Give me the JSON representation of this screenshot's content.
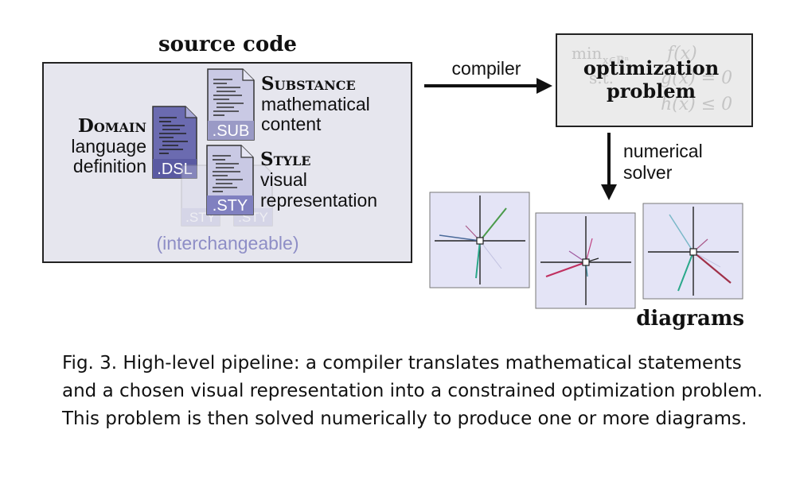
{
  "figure": {
    "source_title": "source code",
    "domain_heading": "Domain",
    "domain_lines": [
      "language",
      "definition"
    ],
    "substance_heading": "Substance",
    "substance_lines": [
      "mathematical",
      "content"
    ],
    "style_heading": "Style",
    "style_lines": [
      "visual",
      "representation"
    ],
    "file_dsl": ".DSL",
    "file_sub": ".SUB",
    "file_sty": ".STY",
    "interchangeable": "(interchangeable)",
    "compiler_label": "compiler",
    "optimization_lines": [
      "optimization",
      "problem"
    ],
    "math_min": "min",
    "math_sub": "x∈ℝⁿ",
    "math_fx": "f(x)",
    "math_st": "s.t.",
    "math_gx": "g(x) = 0",
    "math_hx": "h(x) ≤ 0",
    "solver_lines": [
      "numerical",
      "solver"
    ],
    "diagrams_label": "diagrams"
  },
  "caption": {
    "lines": [
      "Fig. 3.  High-level pipeline: a compiler translates mathematical statements",
      "and a chosen visual representation into a constrained optimization problem.",
      "This problem is then solved numerically to produce one or more diagrams."
    ]
  },
  "colors": {
    "dsl": "#6b6bb0",
    "sub": "#9a9ac6",
    "sty": "#8080c0",
    "panel_bg": "#e6e6ee",
    "diagram_bg": "#e4e4f6",
    "interchangeable": "#8e8ec6"
  }
}
